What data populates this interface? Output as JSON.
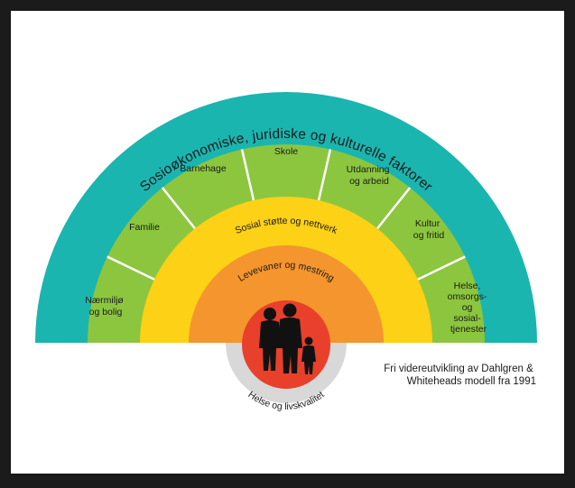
{
  "outer_title": "Sosioøkonomiske, juridiske og kulturelle faktorer",
  "segments": [
    [
      "Nærmiljø",
      "og bolig"
    ],
    [
      "Familie"
    ],
    [
      "Barnehage"
    ],
    [
      "Skole"
    ],
    [
      "Utdanning",
      "og arbeid"
    ],
    [
      "Kultur",
      "og fritid"
    ],
    [
      "Helse,",
      "omsorgs-",
      "og",
      "sosial-",
      "tjenester"
    ]
  ],
  "yellow_label": "Sosial støtte og nettverk",
  "orange_label": "Levevaner og mestring",
  "core_label": "Helse og livskvalitet",
  "caption_lines": [
    "Fri videreutvikling av Dahlgren &",
    "Whiteheads modell fra 1991"
  ],
  "colors": {
    "outer": "#1bb5b0",
    "segments": "#8cc63f",
    "yellow": "#fcd116",
    "orange": "#f4952d",
    "core": "#e8402a",
    "silhouette": "#111111",
    "grey": "#d8d8d8"
  }
}
